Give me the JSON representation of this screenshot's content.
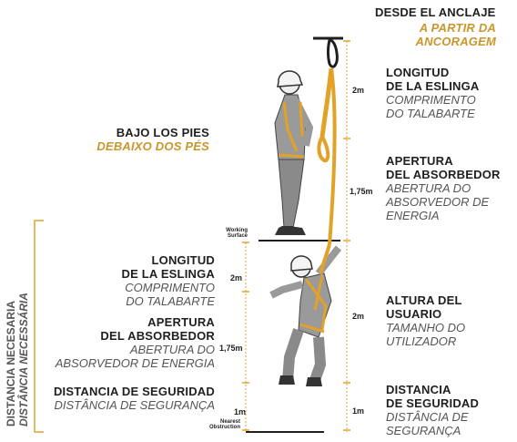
{
  "colors": {
    "accent": "#e2a228",
    "text": "#1f1f1f",
    "subtext": "#555555",
    "gold": "#c9962b"
  },
  "top": {
    "title": "DESDE EL ANCLAJE",
    "subtitle_1": "A PARTIR DA",
    "subtitle_2": "ANCORAGEM"
  },
  "under_feet": {
    "title": "BAJO LOS PIES",
    "subtitle": "DEBAIXO DOS PÉS"
  },
  "right_col": {
    "lanyard_1": "LONGITUD",
    "lanyard_2": "DE LA ESLINGA",
    "lanyard_pt_1": "COMPRIMENTO",
    "lanyard_pt_2": "DO TALABARTE",
    "absorber_1": "APERTURA",
    "absorber_2": "DEL ABSORBEDOR",
    "absorber_pt_1": "ABERTURA DO",
    "absorber_pt_2": "ABSORVEDOR DE",
    "absorber_pt_3": "ENERGIA",
    "user_1": "ALTURA DEL",
    "user_2": "USUARIO",
    "user_pt_1": "TAMANHO DO",
    "user_pt_2": "UTILIZADOR",
    "safety_1": "DISTANCIA",
    "safety_2": "DE SEGURIDAD",
    "safety_pt_1": "DISTÂNCIA DE",
    "safety_pt_2": "SEGURANÇA"
  },
  "left_col": {
    "lanyard_1": "LONGITUD",
    "lanyard_2": "DE LA ESLINGA",
    "lanyard_pt_1": "COMPRIMENTO",
    "lanyard_pt_2": "DO TALABARTE",
    "absorber_1": "APERTURA",
    "absorber_2": "DEL ABSORBEDOR",
    "absorber_pt_1": "ABERTURA DO",
    "absorber_pt_2": "ABSORVEDOR DE ENERGIA",
    "safety": "DISTANCIA DE SEGURIDAD",
    "safety_pt": "DISTÂNCIA DE SEGURANÇA"
  },
  "vertical": {
    "es": "DISTANCIA NECESARIA",
    "pt": "DISTÂNCIA NECESSÁRIA"
  },
  "surfaces": {
    "working_1": "Working",
    "working_2": "Surface",
    "obstruction_1": "Nearest",
    "obstruction_2": "Obstruction"
  },
  "dimensions": {
    "right": [
      "2m",
      "1,75m",
      "2m",
      "1m"
    ],
    "left": [
      "2m",
      "1,75m",
      "1m"
    ]
  }
}
